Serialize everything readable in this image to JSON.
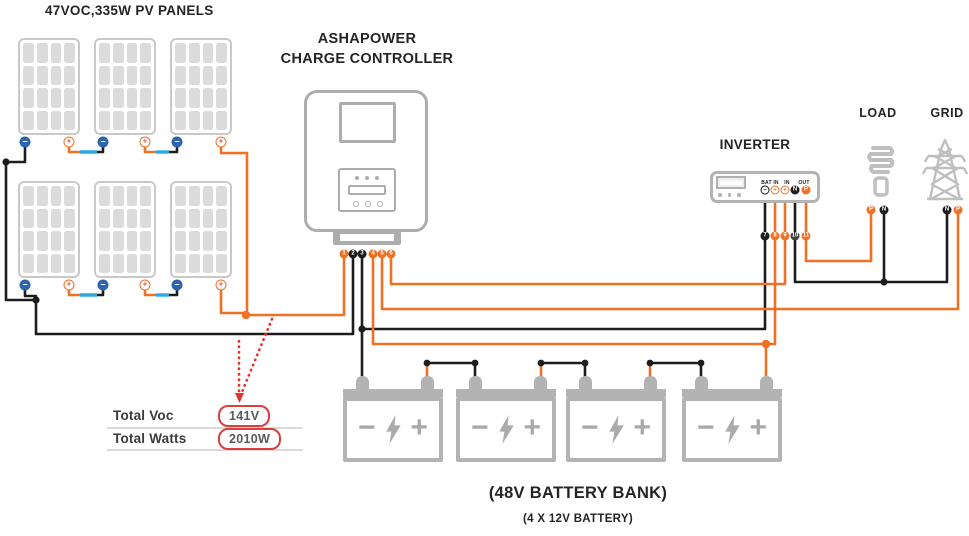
{
  "pv": {
    "title": "47VOC,335W PV PANELS",
    "minus": "−",
    "plus": "+"
  },
  "controller": {
    "title_line1": "ASHAPOWER",
    "title_line2": "CHARGE CONTROLLER",
    "terminal_numbers": [
      "1",
      "2",
      "3",
      "4",
      "5",
      "6"
    ]
  },
  "inverter": {
    "title": "INVERTER",
    "port_labels": {
      "bat_in": "BAT IN",
      "in": "IN",
      "out": "OUT"
    },
    "terminal_symbols": [
      "−",
      "+",
      "+",
      "N",
      "P"
    ],
    "wire_numbers": [
      "7",
      "8",
      "9",
      "10",
      "11"
    ]
  },
  "load": {
    "title": "LOAD",
    "terminal_p": "P",
    "terminal_n": "N"
  },
  "grid": {
    "title": "GRID",
    "terminal_n": "N",
    "terminal_p": "P"
  },
  "battery_bank": {
    "label": "(48V BATTERY BANK)",
    "sublabel": "(4 X 12V BATTERY)",
    "minus": "−",
    "plus": "+"
  },
  "summary": {
    "rows": [
      {
        "label": "Total Voc",
        "value": "141V"
      },
      {
        "label": "Total Watts",
        "value": "2010W"
      }
    ]
  },
  "colors": {
    "wire_positive_orange": "#EE7125",
    "wire_negative_black": "#1D1D1F",
    "series_jumper_blue": "#2BA9E0",
    "annotation_red": "#E63329",
    "device_gray": "#ADADAD",
    "panel_cell_gray": "#DBDBDB",
    "text_dark": "#262324"
  }
}
